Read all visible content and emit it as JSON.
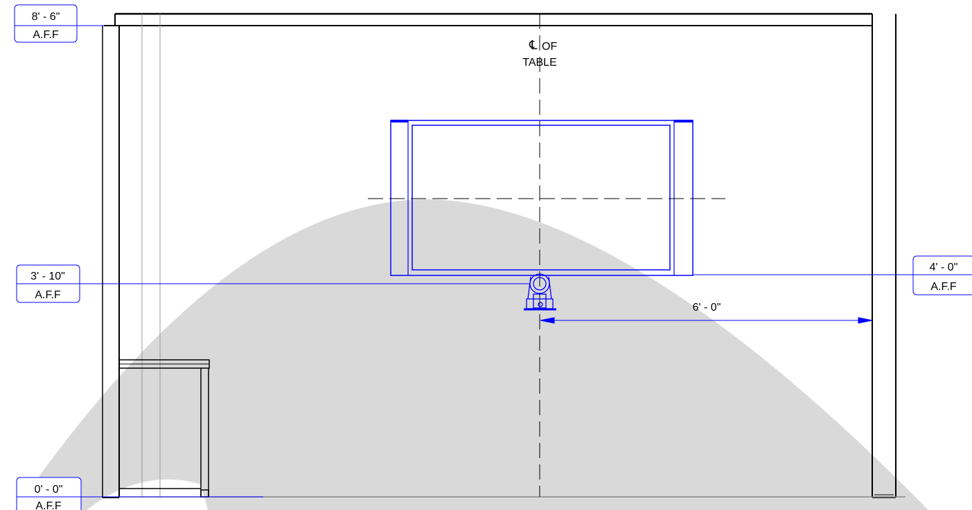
{
  "elevation_tags": {
    "ceiling": {
      "height": "8' - 6\"",
      "ref": "A.F.F"
    },
    "camera": {
      "height": "3' - 10\"",
      "ref": "A.F.F"
    },
    "display": {
      "height": "4' - 0\"",
      "ref": "A.F.F"
    },
    "floor": {
      "height": "0' - 0\"",
      "ref": "A.F.F"
    }
  },
  "centerline": {
    "symbol": "℄",
    "line1": "OF",
    "line2": "TABLE"
  },
  "dimensions": {
    "camera_to_wall": "6' - 0\""
  },
  "colors": {
    "linework": "#000000",
    "annotation": "#0000ff",
    "coverage": "#d9d9d9",
    "light_line": "#999999"
  }
}
